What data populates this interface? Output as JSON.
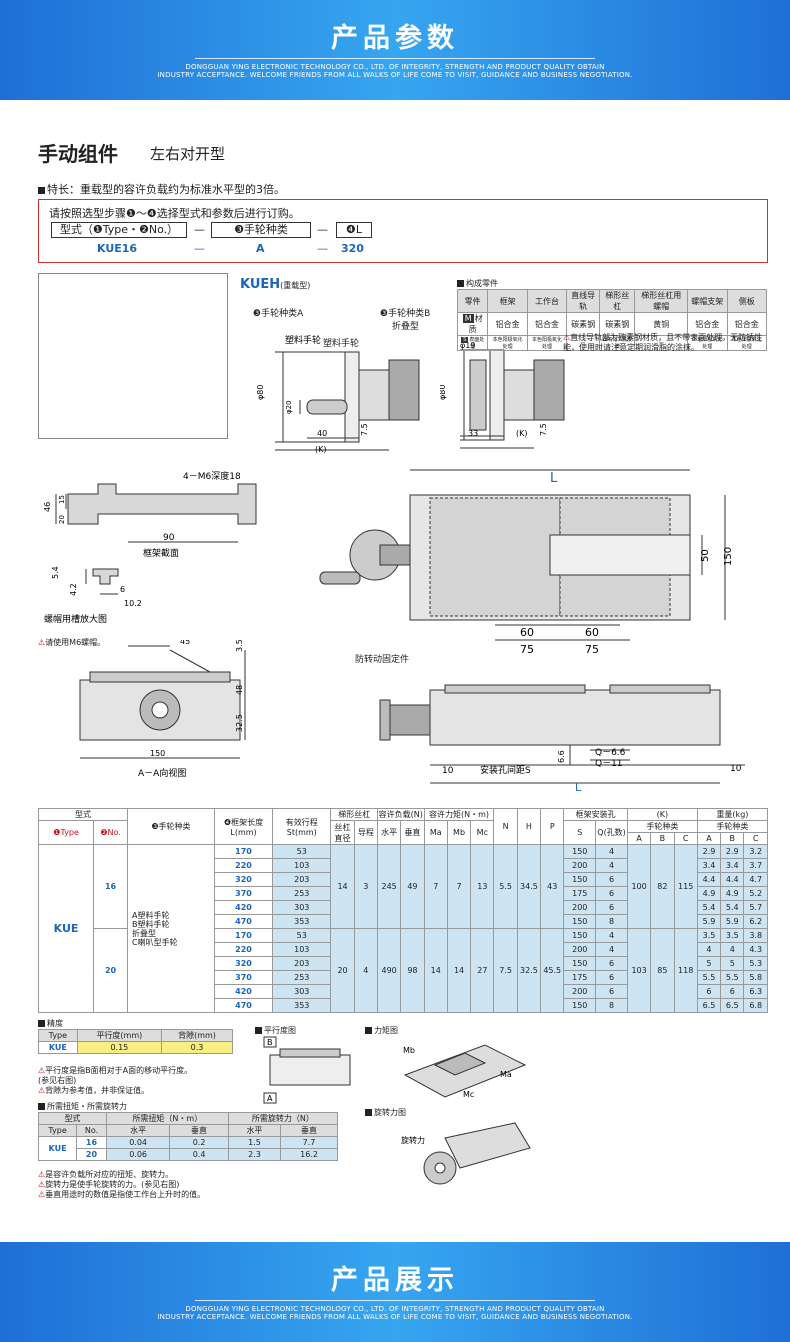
{
  "top_banner": {
    "title": "产品参数",
    "line1": "DONGGUAN YING ELECTRONIC TECHNOLOGY CO., LTD. OF INTEGRITY, STRENGTH AND PRODUCT QUALITY OBTAIN",
    "line2": "INDUSTRY ACCEPTANCE. WELCOME FRIENDS FROM ALL WALKS OF LIFE COME TO VISIT, GUIDANCE AND BUSINESS NEGOTIATION."
  },
  "header": {
    "title": "手动组件",
    "subtitle": "左右对开型",
    "feature": "特长：重载型的容许负载约为标准水平型的3倍。"
  },
  "order": {
    "instruction": "请按照选型步骤❶～❹选择型式和参数后进行订购。",
    "col1": "型式（❶Type・❷No.）",
    "dash": "—",
    "col2": "❸手轮种类",
    "col3": "❹L",
    "val1": "KUE16",
    "val2": "A",
    "val3": "320"
  },
  "drawing": {
    "model": "KUEH",
    "model_note": "(重载型)",
    "wheel_a": "❸手轮种类A",
    "wheel_b": "❸手轮种类B",
    "wheel_b2": "折叠型",
    "plastic": "塑料手轮",
    "d80": "φ80",
    "d20": "φ20",
    "d19": "φ19",
    "dim40": "40",
    "dim75": "7.5",
    "dimK": "(K)",
    "dim33": "33",
    "m6": "4－M6深度18",
    "d46": "46",
    "d15": "15",
    "d20b": "20",
    "d90": "90",
    "frame": "框架截面",
    "d54": "5.4",
    "d42": "4.2",
    "d6": "6",
    "d102": "10.2",
    "nut": "螺帽用槽放大图",
    "m6note": "请使用M6螺帽。",
    "d45": "45",
    "d35": "3.5",
    "d48": "48",
    "d325": "32.5",
    "d150": "150",
    "aa": "A－A向视图",
    "L": "L",
    "d50": "50",
    "d150b": "150",
    "d60a": "60",
    "d60b": "60",
    "d75a": "75",
    "d75b": "75",
    "antirot": "防转动固定件",
    "q66": "Q－6.6",
    "q11": "Q－11",
    "d66": "6.6",
    "d10a": "10",
    "d10b": "10",
    "hole": "安装孔间距S"
  },
  "parts": {
    "title": "构成零件",
    "headers": [
      "零件",
      "框架",
      "工作台",
      "直线导轨",
      "梯形丝杠",
      "梯形丝杠用螺帽",
      "螺帽支架",
      "侧板"
    ],
    "row_m": [
      "材质",
      "铝合金",
      "铝合金",
      "碳素钢",
      "碳素钢",
      "黄铜",
      "铝合金",
      "铝合金"
    ],
    "row_s": [
      "表面处理",
      "本色阳极氧化处理",
      "本色阳极氧化处理",
      "—",
      "四氧化三铁皮膜",
      "—",
      "本色阳极氧化处理",
      "本色阳极氧化处理"
    ],
    "note": "直线导轨部为碳素钢材质，且不带表面处理。无防锈性能，使用时请注意定期润滑脂的涂抹。"
  },
  "spec": {
    "h_type": "型式",
    "h_1type": "❶Type",
    "h_2no": "❷No.",
    "h_wheel": "❸手轮种类",
    "h_L": "❹框架长度L(mm)",
    "h_st": "有效行程St(mm)",
    "h_screw": "梯形丝杠",
    "h_dia": "丝杠直径",
    "h_lead": "导程",
    "h_load": "容许负载(N)",
    "h_h": "水平",
    "h_v": "垂直",
    "h_moment": "容许力矩(N・m)",
    "h_ma": "Ma",
    "h_mb": "Mb",
    "h_mc": "Mc",
    "h_N": "N",
    "h_H": "H",
    "h_P": "P",
    "h_hole": "框架安装孔",
    "h_S": "S",
    "h_Q": "Q(孔数)",
    "h_K": "(K)",
    "h_ktype": "手轮种类",
    "h_A": "A",
    "h_B": "B",
    "h_C": "C",
    "h_wt": "重量(kg)",
    "h_wtype": "手轮种类",
    "type": "KUE",
    "wheel_desc": [
      "A塑料手轮",
      "B塑料手轮",
      "折叠型",
      "C喇叭型手轮"
    ],
    "groups": [
      {
        "no": "16",
        "dia": "14",
        "lead": "3",
        "lh": "245",
        "lv": "49",
        "ma": "7",
        "mb": "7",
        "mc": "13",
        "N": "5.5",
        "H": "34.5",
        "P": "43",
        "kA": "100",
        "kB": "82",
        "kC": "115",
        "rows": [
          [
            "170",
            "53",
            "150",
            "4",
            "2.9",
            "2.9",
            "3.2"
          ],
          [
            "220",
            "103",
            "200",
            "4",
            "3.4",
            "3.4",
            "3.7"
          ],
          [
            "320",
            "203",
            "150",
            "6",
            "4.4",
            "4.4",
            "4.7"
          ],
          [
            "370",
            "253",
            "175",
            "6",
            "4.9",
            "4.9",
            "5.2"
          ],
          [
            "420",
            "303",
            "200",
            "6",
            "5.4",
            "5.4",
            "5.7"
          ],
          [
            "470",
            "353",
            "150",
            "8",
            "5.9",
            "5.9",
            "6.2"
          ]
        ]
      },
      {
        "no": "20",
        "dia": "20",
        "lead": "4",
        "lh": "490",
        "lv": "98",
        "ma": "14",
        "mb": "14",
        "mc": "27",
        "N": "7.5",
        "H": "32.5",
        "P": "45.5",
        "kA": "103",
        "kB": "85",
        "kC": "118",
        "rows": [
          [
            "170",
            "53",
            "150",
            "4",
            "3.5",
            "3.5",
            "3.8"
          ],
          [
            "220",
            "103",
            "200",
            "4",
            "4",
            "4",
            "4.3"
          ],
          [
            "320",
            "203",
            "150",
            "6",
            "5",
            "5",
            "5.3"
          ],
          [
            "370",
            "253",
            "175",
            "6",
            "5.5",
            "5.5",
            "5.8"
          ],
          [
            "420",
            "303",
            "200",
            "6",
            "6",
            "6",
            "6.3"
          ],
          [
            "470",
            "353",
            "150",
            "8",
            "6.5",
            "6.5",
            "6.8"
          ]
        ]
      }
    ]
  },
  "precision": {
    "title": "精度",
    "h_type": "Type",
    "h_par": "平行度(mm)",
    "h_back": "背隙(mm)",
    "type": "KUE",
    "par": "0.15",
    "back": "0.3",
    "n1": "平行度是指B面相对于A面的移动平行度。",
    "n1b": "(参见右图)",
    "n2": "背隙为参考值，并非保证值。"
  },
  "torque": {
    "title": "所需扭矩・所需旋转力",
    "h_type": "型式",
    "h_t": "Type",
    "h_no": "No.",
    "h_torque": "所需扭矩（N・m）",
    "h_force": "所需旋转力（N）",
    "h_h": "水平",
    "h_v": "垂直",
    "type": "KUE",
    "rows": [
      [
        "16",
        "0.04",
        "0.2",
        "1.5",
        "7.7"
      ],
      [
        "20",
        "0.06",
        "0.4",
        "2.3",
        "16.2"
      ]
    ],
    "n1": "是容许负载所对应的扭矩、旋转力。",
    "n2": "旋转力是使手轮旋转的力。(参见右图)",
    "n3": "垂直用途时的数值是指使工作台上升时的值。"
  },
  "figs": {
    "parallel": "平行度图",
    "moment": "力矩图",
    "rotate": "旋转力图",
    "rotate_label": "旋转力",
    "mb": "Mb",
    "ma": "Ma",
    "mc": "Mc",
    "b": "B",
    "a": "A"
  },
  "bottom_banner": {
    "title": "产品展示",
    "line1": "DONGGUAN YING ELECTRONIC TECHNOLOGY CO., LTD. OF INTEGRITY, STRENGTH AND PRODUCT QUALITY OBTAIN",
    "line2": "INDUSTRY ACCEPTANCE. WELCOME FRIENDS FROM ALL WALKS OF LIFE COME TO VISIT, GUIDANCE AND BUSINESS NEGOTIATION."
  }
}
